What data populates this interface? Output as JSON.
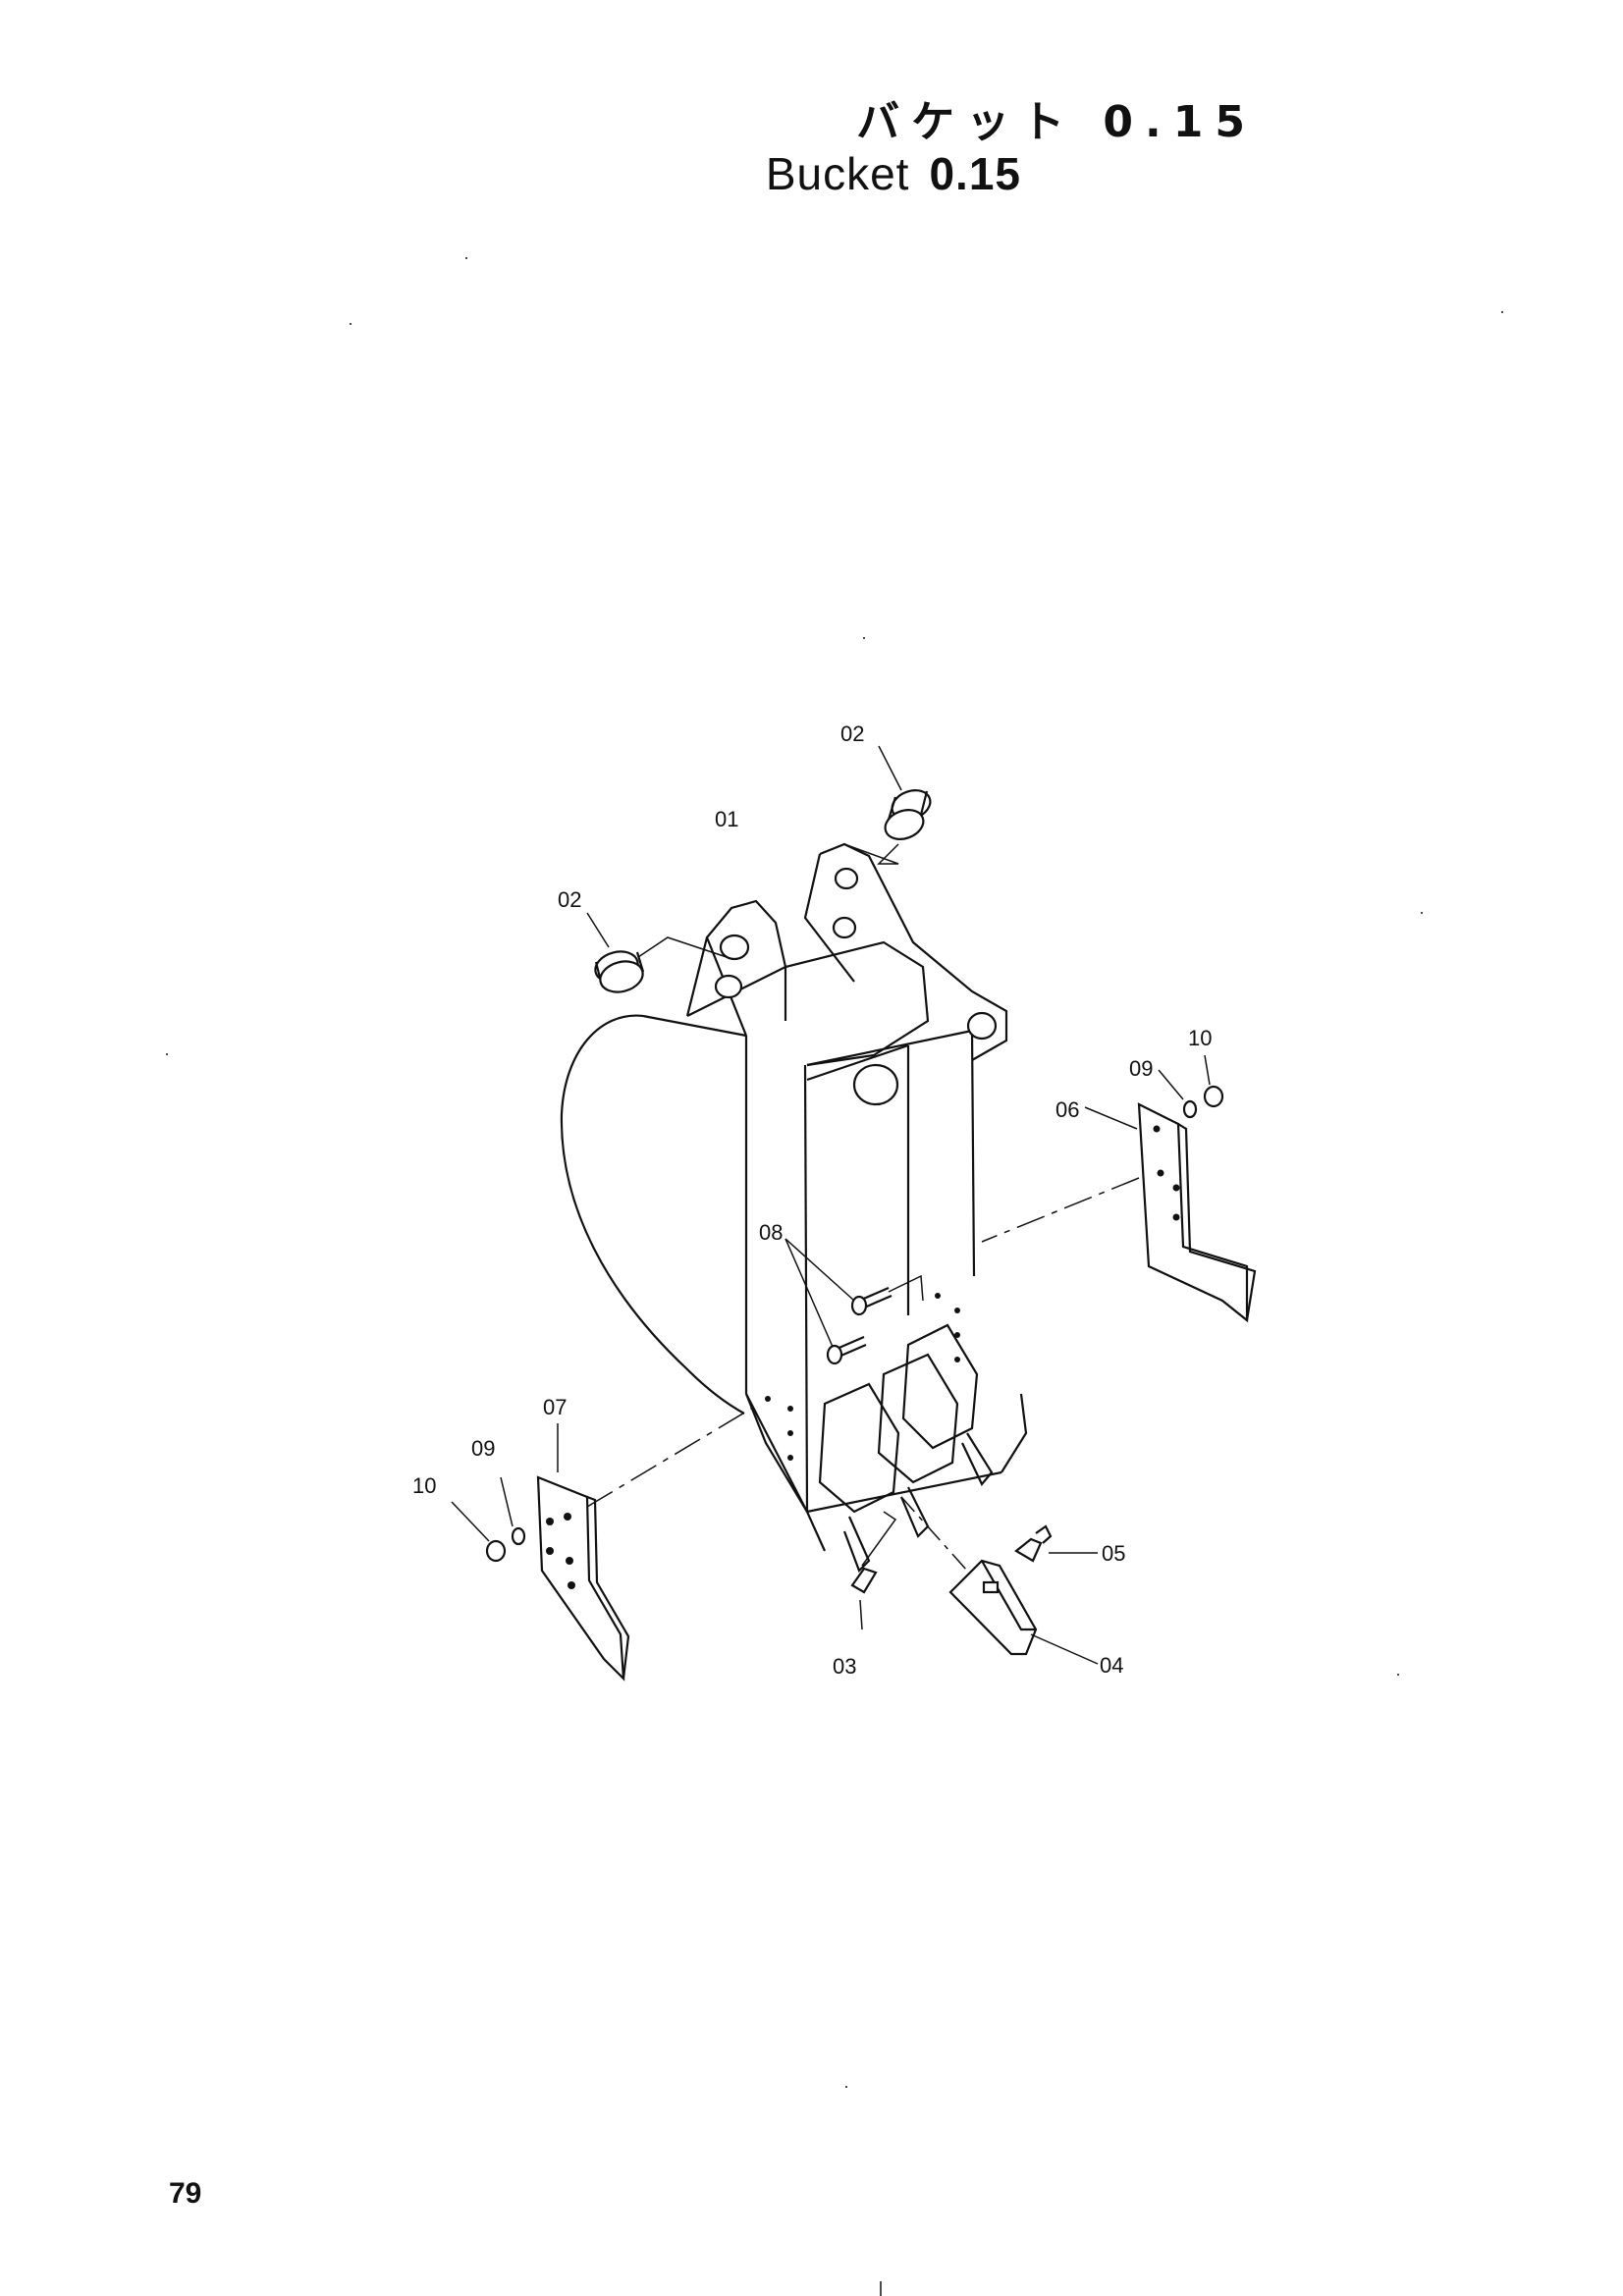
{
  "title_jp": "バケット 0.15",
  "title_en": "Bucket",
  "title_en_value": "0.15",
  "page_number": "79",
  "callouts": [
    {
      "id": "01",
      "label": "01"
    },
    {
      "id": "02a",
      "label": "02"
    },
    {
      "id": "02b",
      "label": "02"
    },
    {
      "id": "03",
      "label": "03"
    },
    {
      "id": "04",
      "label": "04"
    },
    {
      "id": "05",
      "label": "05"
    },
    {
      "id": "06",
      "label": "06"
    },
    {
      "id": "07",
      "label": "07"
    },
    {
      "id": "08",
      "label": "08"
    },
    {
      "id": "09a",
      "label": "09"
    },
    {
      "id": "09b",
      "label": "09"
    },
    {
      "id": "10a",
      "label": "10"
    },
    {
      "id": "10b",
      "label": "10"
    }
  ]
}
